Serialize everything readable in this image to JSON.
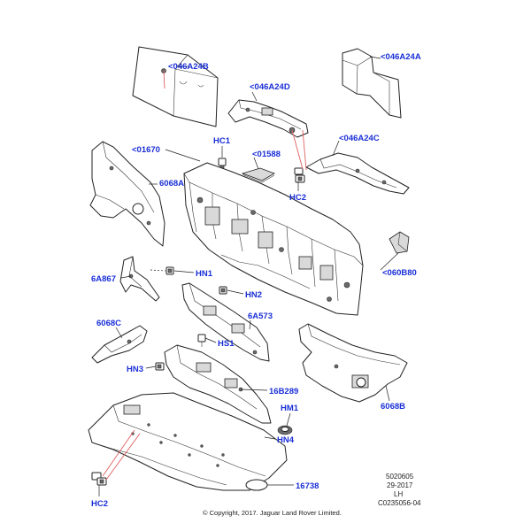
{
  "callouts": {
    "c046A24B": "<046A24B",
    "c046A24D": "<046A24D",
    "c046A24A": "<046A24A",
    "c01670": "<01670",
    "cHC1": "HC1",
    "c01588": "<01588",
    "c046A24C": "<046A24C",
    "c6068A": "6068A",
    "cHC2_top": "HC2",
    "c060B80": "<060B80",
    "c6A867": "6A867",
    "cHN1": "HN1",
    "cHN2": "HN2",
    "c6A573": "6A573",
    "c6068C": "6068C",
    "cHS1": "HS1",
    "cHN3": "HN3",
    "c16B289": "16B289",
    "cHM1": "HM1",
    "c6068B": "6068B",
    "cHN4": "HN4",
    "c16738": "16738",
    "cHC2_bottom": "HC2"
  },
  "info_block": {
    "line1": "5020605",
    "line2": "29-2017",
    "line3": "LH",
    "line4": "C0235056-04"
  },
  "copyright": "© Copyright, 2017. Jaguar Land Rover Limited.",
  "colors": {
    "callout_text": "#1a2fd6",
    "reference_line": "#e06060",
    "outline": "#222222"
  }
}
